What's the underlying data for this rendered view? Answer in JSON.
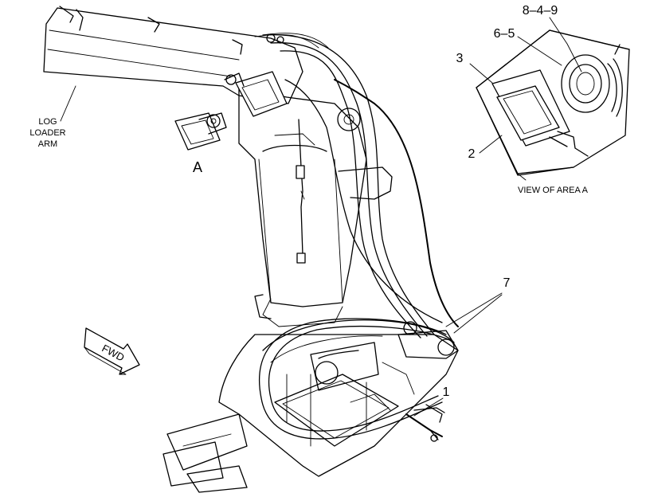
{
  "labels": {
    "log_loader_arm_line1": "LOG",
    "log_loader_arm_line2": "LOADER",
    "log_loader_arm_line3": "ARM",
    "area_callout": "A",
    "view_caption": "VIEW OF AREA  A",
    "fwd": "FWD"
  },
  "callouts": {
    "c_8_4_9": "8–4–9",
    "c_6_5": "6–5",
    "c_3": "3",
    "c_2": "2",
    "c_7": "7",
    "c_1": "1"
  }
}
